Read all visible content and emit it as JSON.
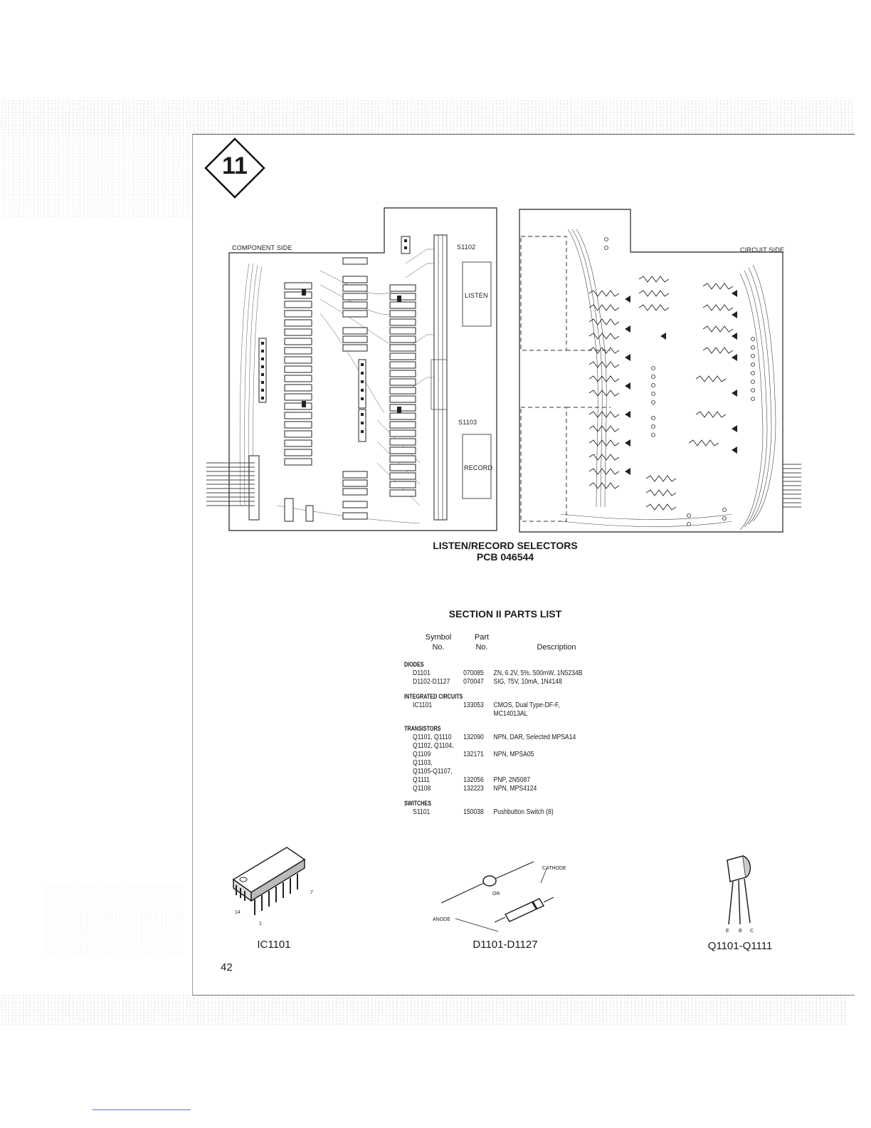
{
  "badge": {
    "number": "11"
  },
  "pcb": {
    "component_side_label": "COMPONENT SIDE",
    "circuit_side_label": "CIRCUIT SIDE",
    "listen_label": "LISTEN",
    "record_label": "RECORD",
    "s1102_label": "S1102",
    "s1103_label": "S1103",
    "title": "LISTEN/RECORD SELECTORS",
    "subtitle": "PCB 046544"
  },
  "parts_list": {
    "title": "SECTION II PARTS LIST",
    "col_symbol": "Symbol",
    "col_symbol_2": "No.",
    "col_part": "Part",
    "col_part_2": "No.",
    "col_description": "Description",
    "groups": [
      {
        "title": "DIODES",
        "rows": [
          {
            "symbol": "D1101",
            "part": "070085",
            "description": "ZN, 6.2V, 5%, 500mW, 1N5234B"
          },
          {
            "symbol": "D1102-D1127",
            "part": "070047",
            "description": "SIG, 75V, 10mA, 1N4148"
          }
        ]
      },
      {
        "title": "INTEGRATED CIRCUITS",
        "rows": [
          {
            "symbol": "IC1101",
            "part": "133053",
            "description": "CMOS, Dual Type-DF-F,"
          },
          {
            "symbol": "",
            "part": "",
            "description": "MC14013AL"
          }
        ]
      },
      {
        "title": "TRANSISTORS",
        "rows": [
          {
            "symbol": "Q1101, Q1110",
            "part": "132090",
            "description": "NPN, DAR, Selected MPSA14"
          },
          {
            "symbol": "Q1102, Q1104,",
            "part": "",
            "description": ""
          },
          {
            "symbol": "Q1109",
            "part": "132171",
            "description": "NPN, MPSA05"
          },
          {
            "symbol": "Q1103,",
            "part": "",
            "description": ""
          },
          {
            "symbol": "Q1105-Q1107,",
            "part": "",
            "description": ""
          },
          {
            "symbol": "Q1111",
            "part": "132056",
            "description": "PNP, 2N5087"
          },
          {
            "symbol": "Q1108",
            "part": "132223",
            "description": "NPN, MPS4124"
          }
        ]
      },
      {
        "title": "SWITCHES",
        "rows": [
          {
            "symbol": "S1101",
            "part": "150038",
            "description": "Pushbutton Switch (8)"
          }
        ]
      }
    ]
  },
  "components": {
    "ic_caption": "IC1101",
    "ic_pin14": "14",
    "ic_pin7": "7",
    "ic_pin1": "1",
    "diode_caption": "D1101-D1127",
    "diode_cathode": "CATHODE",
    "diode_or": "OR",
    "diode_anode": "ANODE",
    "transistor_caption": "Q1101-Q1111",
    "transistor_e": "E",
    "transistor_b": "B",
    "transistor_c": "C"
  },
  "page_number": "42"
}
